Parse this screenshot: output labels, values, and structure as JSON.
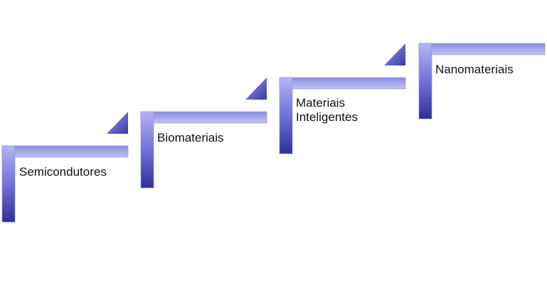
{
  "diagram": {
    "type": "ascending-steps",
    "colors": {
      "fill_dark": "#2f2f9c",
      "fill_mid": "#6b6bd6",
      "fill_light": "#b4b4f2",
      "outline": "#8a8ae0",
      "text": "#111111"
    },
    "steps": [
      {
        "label": "Semicondutores",
        "label_lines": [
          "Semicondutores"
        ]
      },
      {
        "label": "Biomateriais",
        "label_lines": [
          "Biomateriais"
        ]
      },
      {
        "label": "Materiais Inteligentes",
        "label_lines": [
          "Materiais",
          "Inteligentes"
        ]
      },
      {
        "label": "Nanomateriais",
        "label_lines": [
          "Nanomateriais"
        ]
      }
    ]
  }
}
